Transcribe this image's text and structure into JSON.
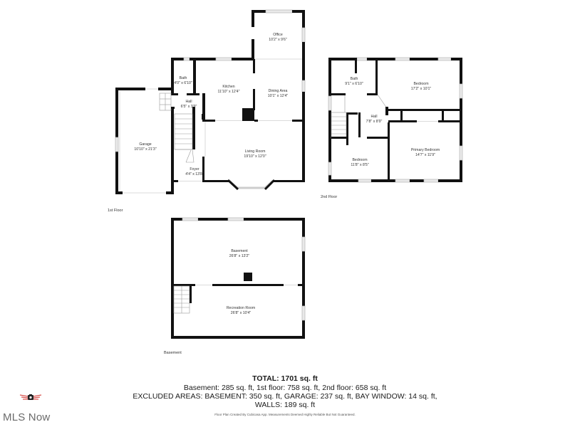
{
  "floors": {
    "first": {
      "label": "1st Floor",
      "rooms": {
        "office": {
          "name": "Office",
          "dims": "10'2\" x 9'6\""
        },
        "bath": {
          "name": "Bath",
          "dims": "4'0\" x 6'10\""
        },
        "kitchen": {
          "name": "Kitchen",
          "dims": "11'10\" x 12'4\""
        },
        "dining": {
          "name": "Dining Area",
          "dims": "10'1\" x 12'4\""
        },
        "hall": {
          "name": "Hall",
          "dims": "6'5\" x 3'9\""
        },
        "garage": {
          "name": "Garage",
          "dims": "10'10\" x 21'3\""
        },
        "living": {
          "name": "Living Room",
          "dims": "19'10\" x 12'0\""
        },
        "foyer": {
          "name": "Foyer",
          "dims": "4'4\" x 13'8\""
        }
      }
    },
    "second": {
      "label": "2nd Floor",
      "rooms": {
        "bath": {
          "name": "Bath",
          "dims": "9'1\" x 6'10\""
        },
        "bedroom1": {
          "name": "Bedroom",
          "dims": "17'2\" x 10'1\""
        },
        "hall": {
          "name": "Hall",
          "dims": "7'8\" x 8'9\""
        },
        "bedroom2": {
          "name": "Bedroom",
          "dims": "11'8\" x 8'5\""
        },
        "primary": {
          "name": "Primary Bedroom",
          "dims": "14'7\" x 11'9\""
        }
      }
    },
    "basement": {
      "label": "Basement",
      "rooms": {
        "basement": {
          "name": "Basement",
          "dims": "26'8\" x 13'2\""
        },
        "recreation": {
          "name": "Recreation Room",
          "dims": "26'8\" x 10'4\""
        }
      }
    }
  },
  "summary": {
    "total": "TOTAL: 1701 sq. ft",
    "line1": "Basement: 285 sq. ft, 1st floor: 758 sq. ft, 2nd floor: 658 sq. ft",
    "line2": "EXCLUDED AREAS: BASEMENT: 350 sq. ft, GARAGE: 237 sq. ft, BAY WINDOW: 14 sq. ft,",
    "line3": "WALLS: 189 sq. ft",
    "disclaimer": "Floor Plan Created By Cubicasa App. Measurements Deemed Highly Reliable But Not Guaranteed."
  },
  "brand": {
    "name": "MLS Now",
    "logo_icon": "camera-wings-icon",
    "logo_color": "#d9534f"
  }
}
